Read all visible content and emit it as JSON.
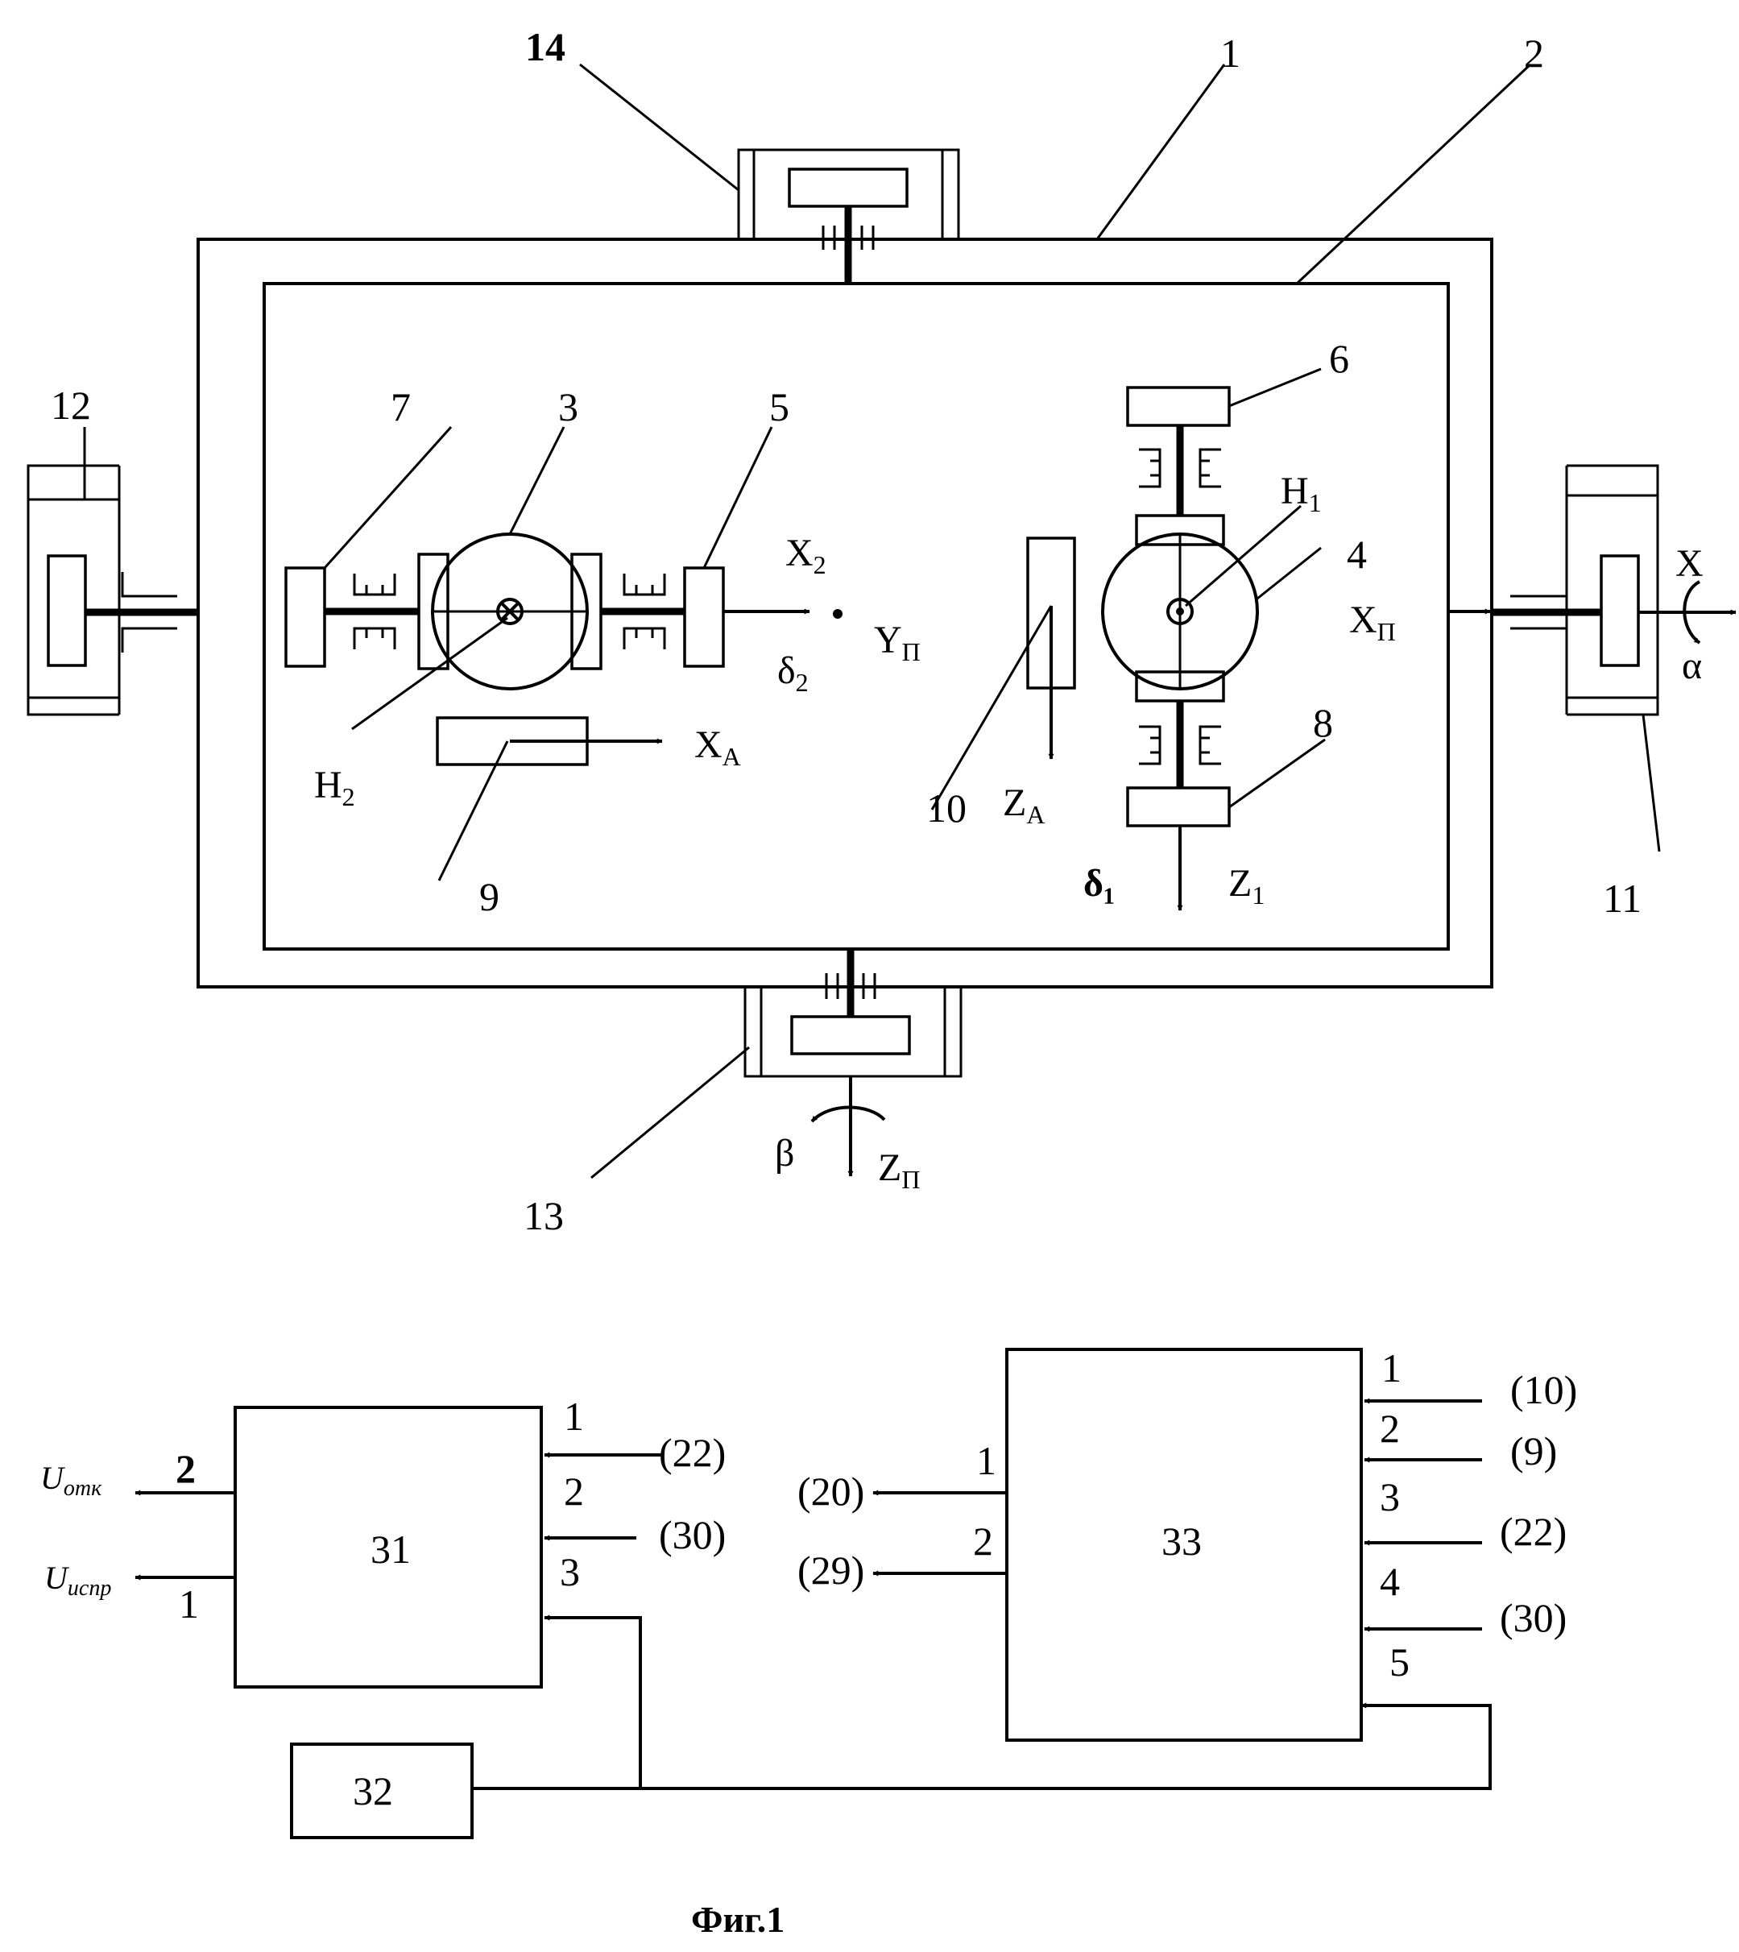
{
  "labels": {
    "frame_outer": "1",
    "frame_inner": "2",
    "gyro_3": "3",
    "gyro_4": "4",
    "sensor_5": "5",
    "sensor_6": "6",
    "sensor_7": "7",
    "sensor_8": "8",
    "accel_9": "9",
    "accel_10": "10",
    "motor_11": "11",
    "motor_12": "12",
    "motor_13": "13",
    "motor_14": "14"
  },
  "symbols": {
    "x2_main": "X",
    "x2_sub": "2",
    "yp_main": "Y",
    "yp_sub": "П",
    "delta2_main": "δ",
    "delta2_sub": "2",
    "h1_main": "H",
    "h1_sub": "1",
    "h2_main": "H",
    "h2_sub": "2",
    "xp_main": "X",
    "xp_sub": "П",
    "xa_main": "X",
    "xa_sub": "A",
    "za_main": "Z",
    "za_sub": "A",
    "z1_main": "Z",
    "z1_sub": "1",
    "delta1": "δ₁",
    "x_axis": "X",
    "alpha": "α",
    "beta": "β",
    "zp_main": "Z",
    "zp_sub": "П"
  },
  "block31": {
    "label": "31",
    "in1_num": "1",
    "in1_src": "(22)",
    "in2_num": "2",
    "in2_src": "(30)",
    "in3_num": "3",
    "out2_num": "2",
    "out2_main": "U",
    "out2_sub": "отк",
    "out1_num": "1",
    "out1_main": "U",
    "out1_sub": "испр"
  },
  "block32": {
    "label": "32"
  },
  "block33": {
    "label": "33",
    "in1_num": "1",
    "in1_src": "(10)",
    "in2_num": "2",
    "in2_src": "(9)",
    "in3_num": "3",
    "in3_src": "(22)",
    "in4_num": "4",
    "in4_src": "(30)",
    "in5_num": "5",
    "out1_num": "1",
    "out1_dst": "(20)",
    "out2_num": "2",
    "out2_dst": "(29)"
  },
  "caption": "Фиг.1"
}
